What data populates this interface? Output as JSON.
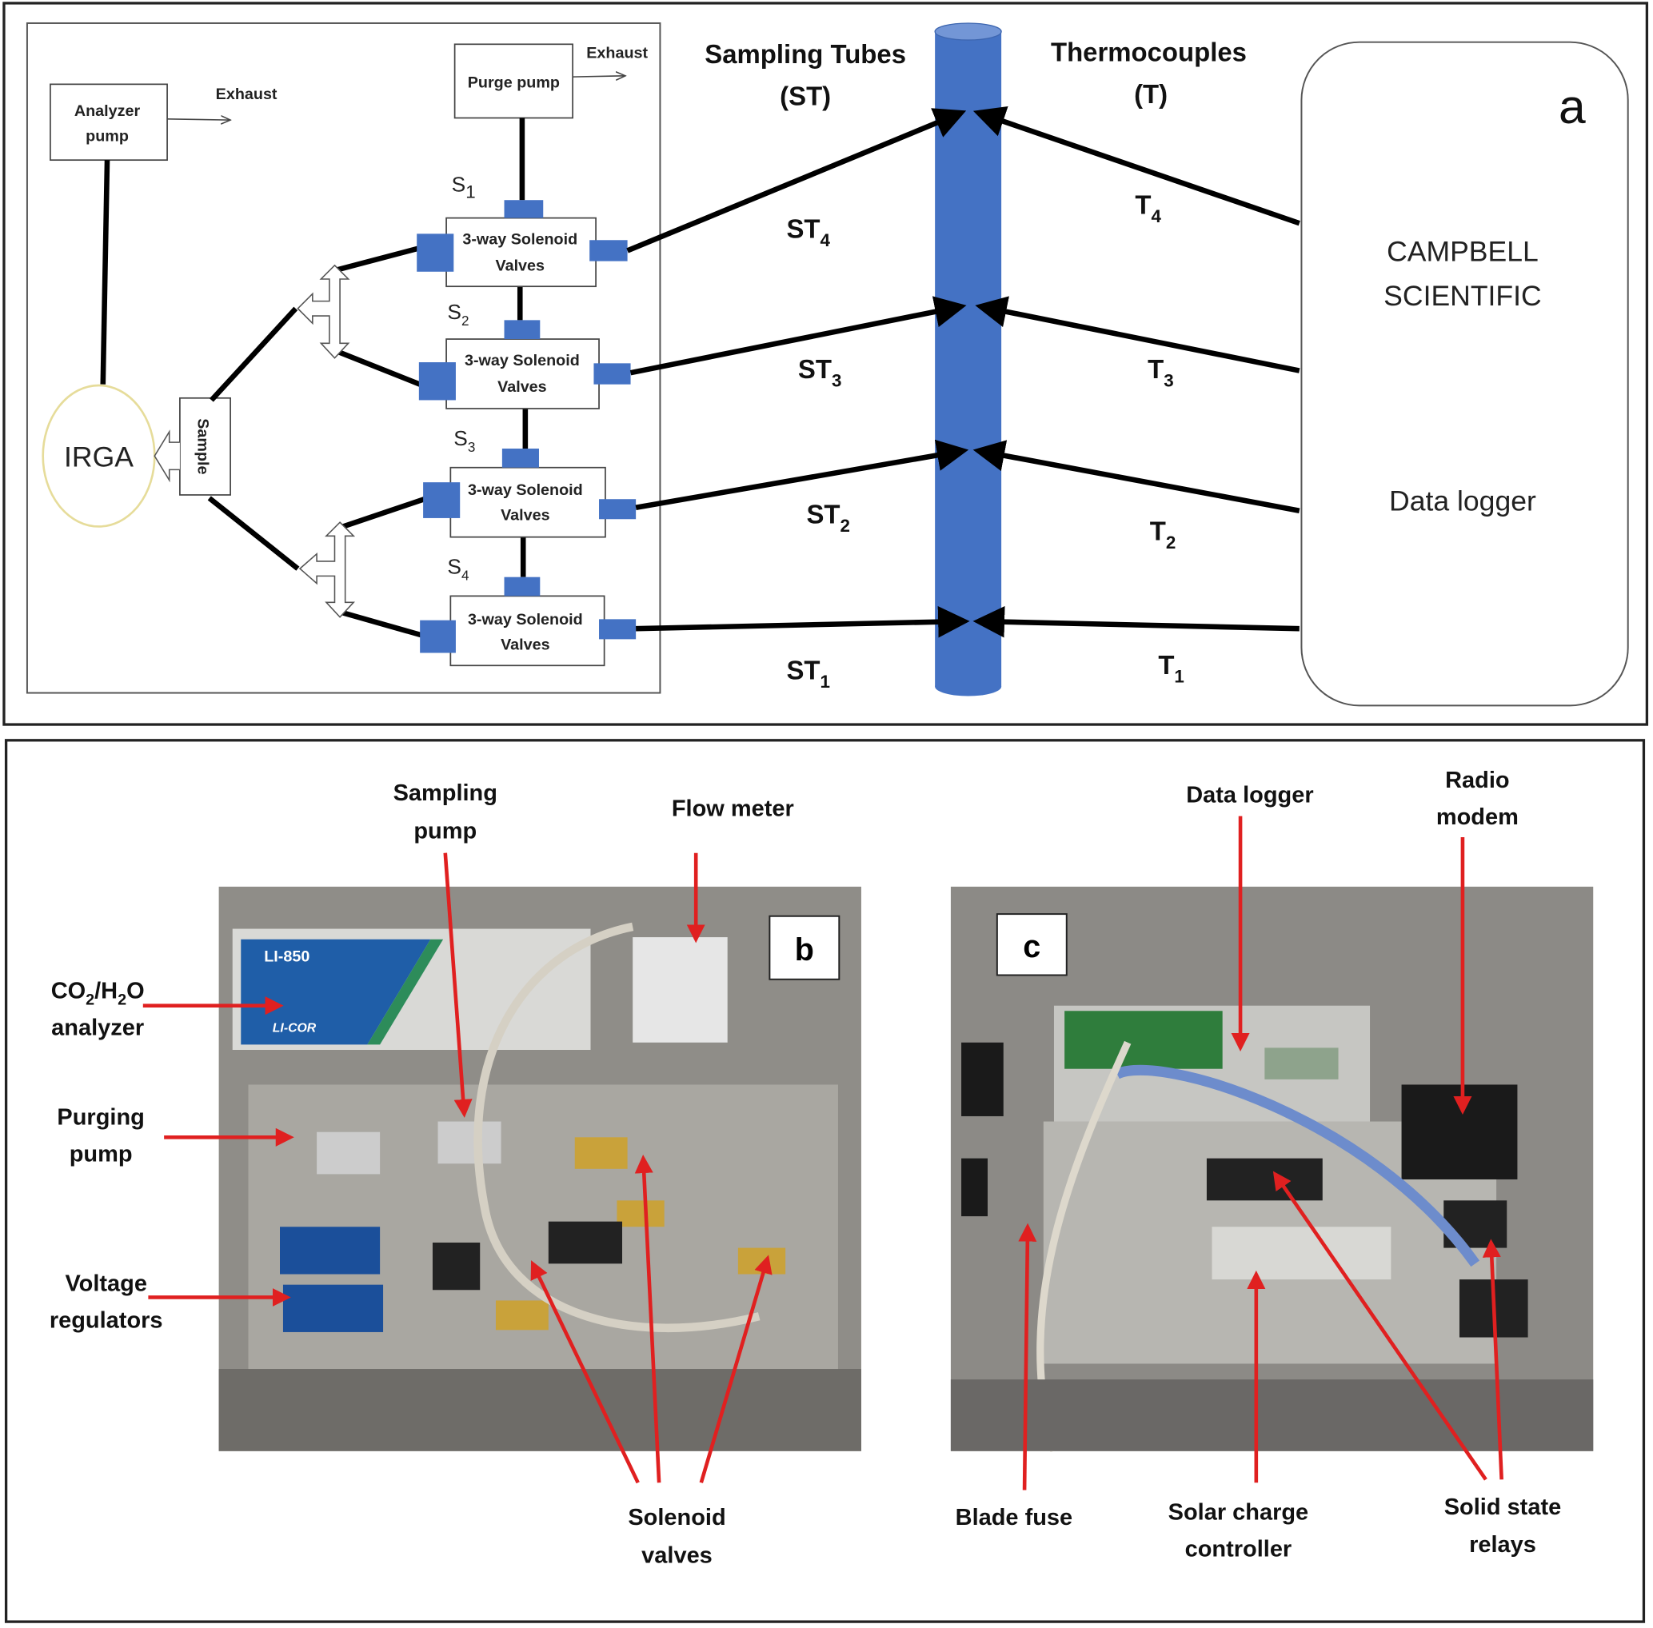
{
  "panel_a": {
    "panel_label": "a",
    "analyzer_pump": [
      "Analyzer",
      "pump"
    ],
    "purge_pump": "Purge pump",
    "exhaust": "Exhaust",
    "irga": "IRGA",
    "sample": "Sample",
    "valves": [
      {
        "s": "S",
        "sub": "1",
        "line1": "3-way Solenoid",
        "line2": "Valves"
      },
      {
        "s": "S",
        "sub": "2",
        "line1": "3-way Solenoid",
        "line2": "Valves"
      },
      {
        "s": "S",
        "sub": "3",
        "line1": "3-way Solenoid",
        "line2": "Valves"
      },
      {
        "s": "S",
        "sub": "4",
        "line1": "3-way Solenoid",
        "line2": "Valves"
      }
    ],
    "sampling_tubes": [
      "Sampling Tubes",
      "(ST)"
    ],
    "thermocouples": [
      "Thermocouples",
      "(T)"
    ],
    "st_labels": [
      {
        "t": "ST",
        "sub": "4"
      },
      {
        "t": "ST",
        "sub": "3"
      },
      {
        "t": "ST",
        "sub": "2"
      },
      {
        "t": "ST",
        "sub": "1"
      }
    ],
    "t_labels": [
      {
        "t": "T",
        "sub": "4"
      },
      {
        "t": "T",
        "sub": "3"
      },
      {
        "t": "T",
        "sub": "2"
      },
      {
        "t": "T",
        "sub": "1"
      }
    ],
    "logger": [
      "CAMPBELL",
      "SCIENTIFIC",
      "Data logger"
    ],
    "colors": {
      "tube": "#4472c4",
      "irga_outline": "#e6dc9a"
    }
  },
  "panel_b": {
    "panel_label": "b",
    "photo_logo": [
      "LI-850",
      "LI-COR"
    ],
    "labels": {
      "sampling_pump": [
        "Sampling",
        "pump"
      ],
      "flow_meter": "Flow meter",
      "analyzer": [
        "CO",
        "2",
        "/H",
        "2",
        "O",
        "analyzer"
      ],
      "purging_pump": [
        "Purging",
        "pump"
      ],
      "voltage_regulators": [
        "Voltage",
        "regulators"
      ],
      "solenoid_valves": [
        "Solenoid",
        "valves"
      ]
    }
  },
  "panel_c": {
    "panel_label": "c",
    "labels": {
      "data_logger": "Data logger",
      "radio_modem": [
        "Radio",
        "modem"
      ],
      "blade_fuse": "Blade fuse",
      "solar_charge_controller": [
        "Solar charge",
        "controller"
      ],
      "solid_state_relays": [
        "Solid state",
        "relays"
      ]
    }
  },
  "colors": {
    "annotation_arrow": "#e02020"
  }
}
